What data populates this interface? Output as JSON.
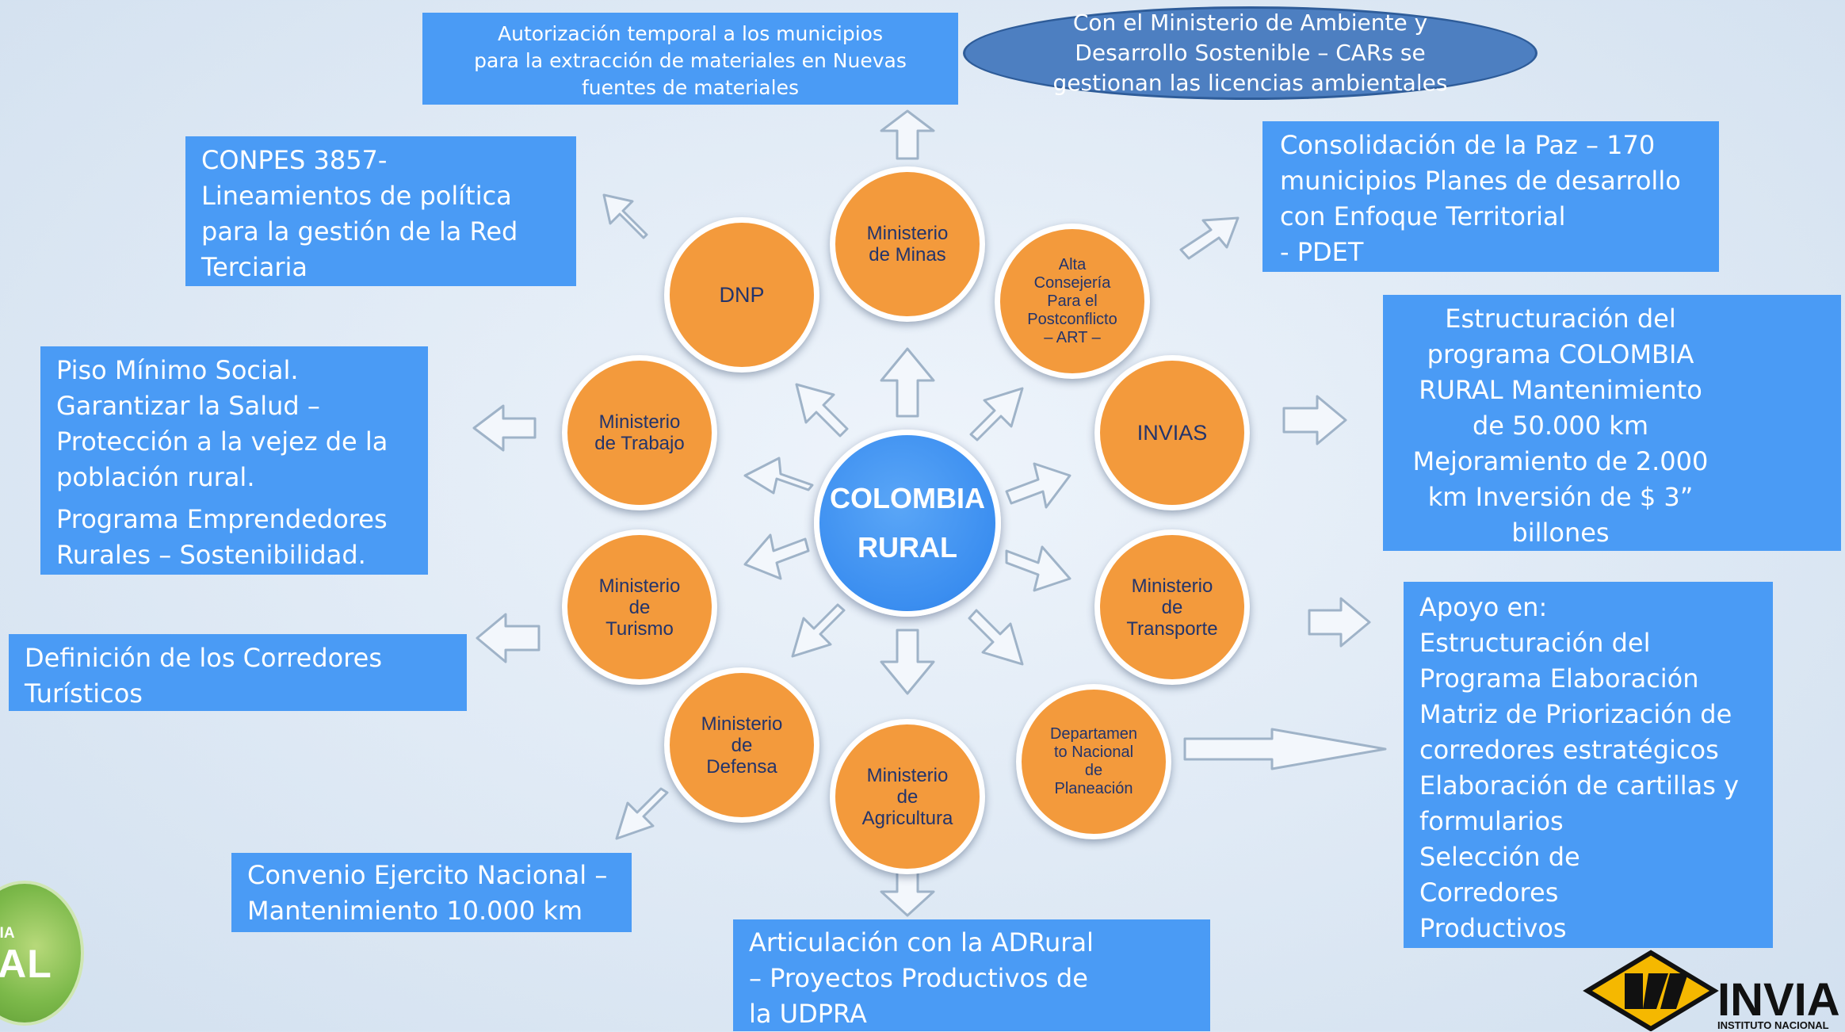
{
  "center": {
    "line1": "COLOMBIA",
    "line2": "RURAL"
  },
  "nodes": {
    "minas": [
      "Ministerio",
      "de Minas"
    ],
    "art": [
      "Alta",
      "Consejería",
      "Para el",
      "Postconflicto",
      "– ART –"
    ],
    "invias": [
      "INVIAS"
    ],
    "transporte": [
      "Ministerio",
      "de",
      "Transporte"
    ],
    "dnp_full": [
      "Departamen",
      "to Nacional",
      "de",
      "Planeación"
    ],
    "agricultura": [
      "Ministerio",
      "de",
      "Agricultura"
    ],
    "defensa": [
      "Ministerio",
      "de",
      "Defensa"
    ],
    "turismo": [
      "Ministerio",
      "de",
      "Turismo"
    ],
    "trabajo": [
      "Ministerio",
      "de Trabajo"
    ],
    "dnp": [
      "DNP"
    ]
  },
  "boxes": {
    "minas": [
      "Autorización temporal  a los municipios",
      "para la extracción de materiales en Nuevas",
      "fuentes de materiales"
    ],
    "ambiente": [
      "Con el Ministerio  de Ambiente y",
      "Desarrollo Sostenible – CARs se",
      "gestionan las licencias ambientales"
    ],
    "art": [
      "Consolidación de la Paz – 170",
      "municipios  Planes de desarrollo",
      "con Enfoque Territorial",
      "- PDET"
    ],
    "invias": [
      "Estructuración del",
      "programa  COLOMBIA",
      "RURAL Mantenimiento",
      "de 50.000 km",
      "Mejoramiento de 2.000",
      "km  Inversión de $ 3”",
      "billones"
    ],
    "transporte": [
      "Apoyo en:",
      "Estructuración del",
      "Programa  Elaboración",
      "Matriz de Priorización  de",
      "corredores estratégicos",
      "Elaboración de cartillas y",
      "formularios",
      "Selección de",
      "Corredores",
      "Productivos"
    ],
    "agricultura": [
      "Articulación con la ADRural",
      "– Proyectos Productivos  de",
      "la UDPRA"
    ],
    "defensa": [
      "Convenio Ejercito Nacional –",
      "Mantenimiento 10.000 km"
    ],
    "turismo": [
      "Definición de los Corredores",
      "Turísticos"
    ],
    "trabajo_a": [
      "Piso Mínimo Social.",
      "Garantizar la  Salud –",
      "Protección a la vejez de la",
      "población rural."
    ],
    "trabajo_b": [
      "Programa Emprendedores",
      "Rurales – Sostenibilidad."
    ],
    "dnp": [
      "CONPES 3857-",
      "Lineamientos de política",
      "para la gestión de la Red",
      "Terciaria"
    ]
  },
  "logos": {
    "left_small": "MBIA",
    "left_big": "RAL",
    "invias_word": "INVIA",
    "invias_sub": "INSTITUTO NACIONAL"
  },
  "colors": {
    "box": "#4a9bf5",
    "circle": "#f39a3c",
    "center": "#3b8ef0",
    "ellipse": "#4d7fc1"
  }
}
